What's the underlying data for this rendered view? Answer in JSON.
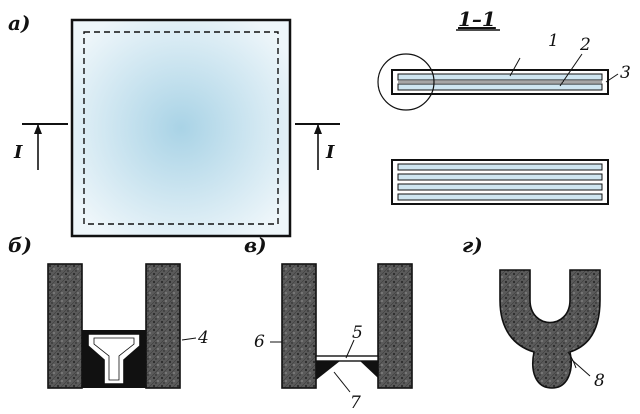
{
  "panels": {
    "a": "а)",
    "b": "б)",
    "v": "в)",
    "g": "г)"
  },
  "section": {
    "title": "1–1",
    "mark_left": "I",
    "mark_right": "I"
  },
  "callouts": {
    "c1": "1",
    "c2": "2",
    "c3": "3",
    "c4": "4",
    "c5": "5",
    "c6": "6",
    "c7": "7",
    "c8": "8"
  },
  "colors": {
    "glass": "#cfe6f1",
    "glass_center": "#a9d3e6",
    "concrete": "#4f4f4f",
    "concrete_dark": "#2a2a2a",
    "ink": "#111111"
  }
}
